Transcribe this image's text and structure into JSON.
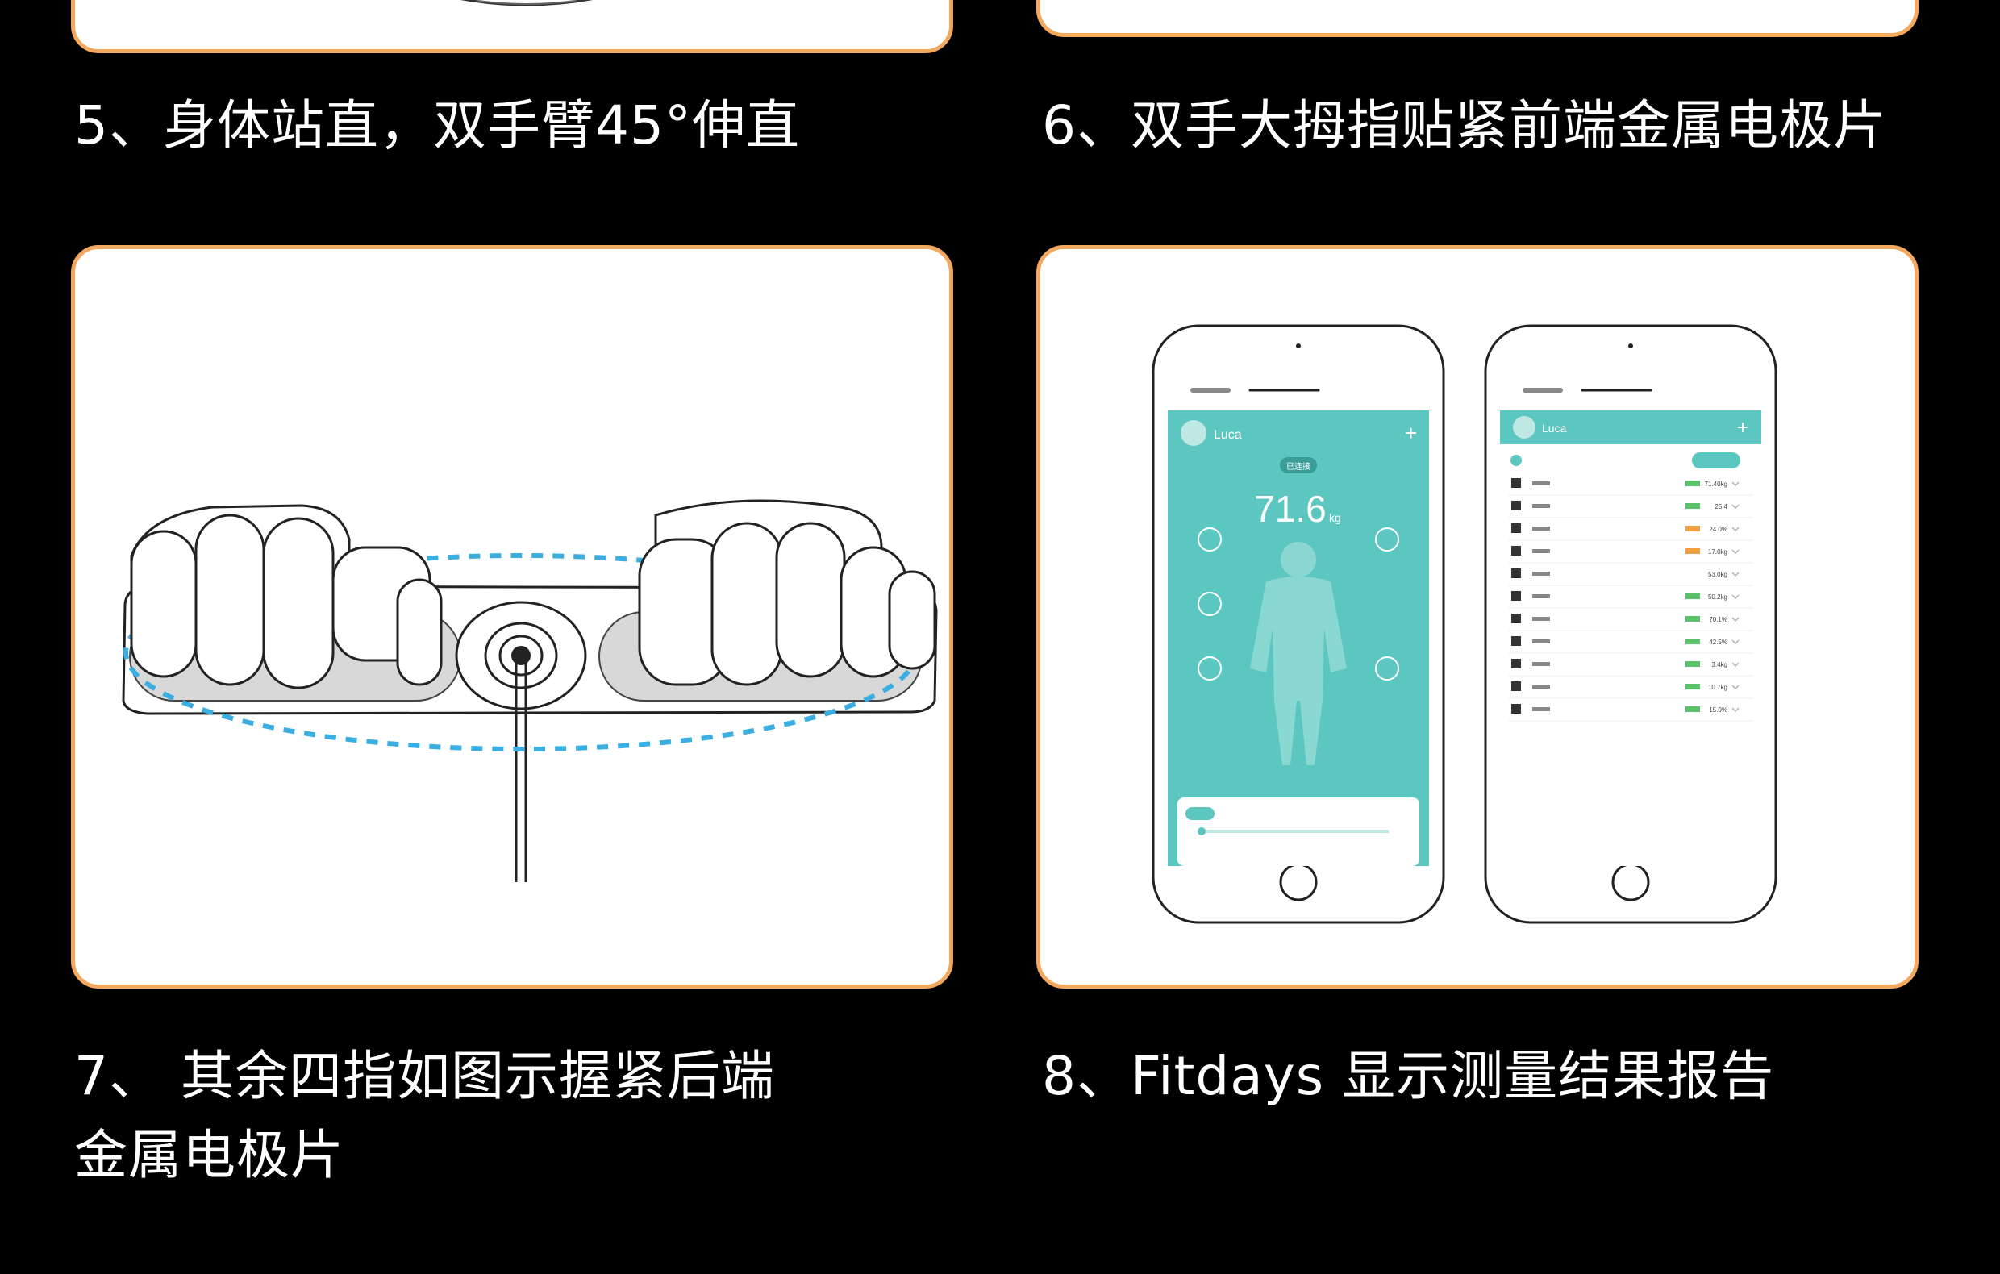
{
  "steps": [
    {
      "caption": "5、身体站直，双手臂45°伸直"
    },
    {
      "caption": "6、双手大拇指贴紧前端金属电极片"
    },
    {
      "caption_line1": "7、 其余四指如图示握紧后端",
      "caption_line2": "金属电极片"
    },
    {
      "caption": "8、Fitdays 显示测量结果报告"
    }
  ],
  "app_screen_1": {
    "user": "Luca",
    "badge": "已连接",
    "weight": "71.6",
    "unit": "kg"
  },
  "app_screen_2": {
    "user": "Luca",
    "metrics": [
      {
        "value": "71.40kg"
      },
      {
        "value": "25.4"
      },
      {
        "value": "24.0%"
      },
      {
        "value": "17.0kg"
      },
      {
        "value": "53.0kg"
      },
      {
        "value": "50.2kg"
      },
      {
        "value": "70.1%"
      },
      {
        "value": "42.5%"
      },
      {
        "value": "3.4kg"
      },
      {
        "value": "10.7kg"
      },
      {
        "value": "15.0%"
      }
    ]
  },
  "colors": {
    "card_border": "#f2a85e",
    "app_teal": "#5cc6c1",
    "dashed_blue": "#3aaee0",
    "status_green": "#59c26a",
    "status_orange": "#f0a040"
  }
}
